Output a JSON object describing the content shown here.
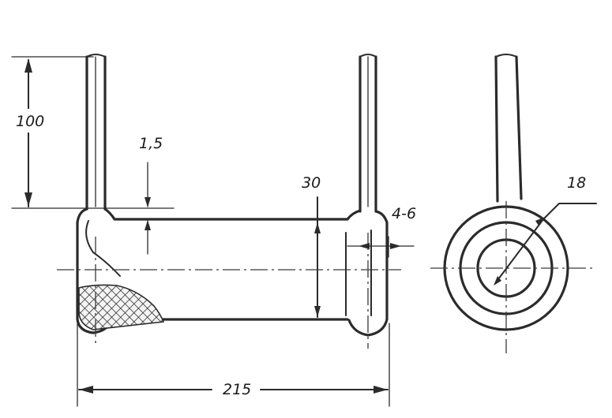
{
  "dimensions": {
    "rod_height": "100",
    "gap": "1,5",
    "inner_width": "30",
    "flange": "4-6",
    "diameter": "18",
    "length": "215"
  }
}
